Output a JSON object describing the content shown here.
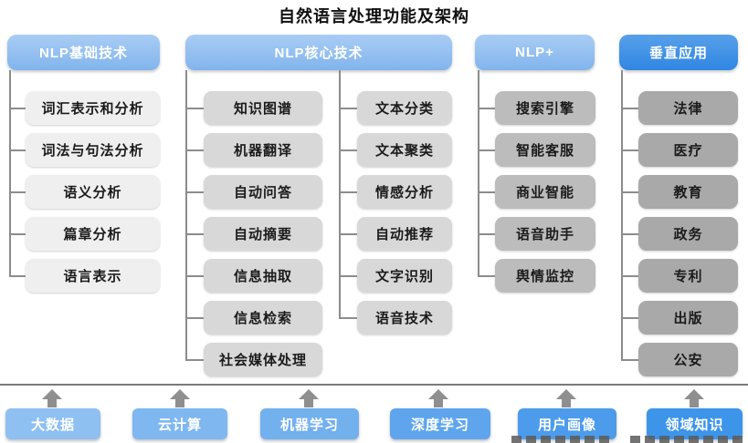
{
  "title": "自然语言处理功能及架构",
  "tree": {
    "col1": {
      "header": "NLP基础技术",
      "items": [
        "词汇表示和分析",
        "词法与句法分析",
        "语义分析",
        "篇章分析",
        "语言表示"
      ]
    },
    "col2": {
      "header": "NLP核心技术",
      "left_items": [
        "知识图谱",
        "机器翻译",
        "自动问答",
        "自动摘要",
        "信息抽取",
        "信息检索",
        "社会媒体处理"
      ],
      "right_items": [
        "文本分类",
        "文本聚类",
        "情感分析",
        "自动推荐",
        "文字识别",
        "语音技术"
      ]
    },
    "col3": {
      "header": "NLP+",
      "items": [
        "搜索引擎",
        "智能客服",
        "商业智能",
        "语音助手",
        "舆情监控"
      ]
    },
    "col4": {
      "header": "垂直应用",
      "items": [
        "法律",
        "医疗",
        "教育",
        "政务",
        "专利",
        "出版",
        "公安"
      ]
    }
  },
  "foundation": {
    "items": [
      "大数据",
      "云计算",
      "机器学习",
      "深度学习",
      "用户画像",
      "领域知识"
    ],
    "colors": [
      "#8fc0f2",
      "#7fb7f0",
      "#73b0ee",
      "#5fa5ed",
      "#4c9ceb",
      "#3d95ea"
    ]
  },
  "colors": {
    "header_blue_light": "#8ebdf1",
    "header_blue_strong": "#3f90e6",
    "item_gray_col1": "#efefef",
    "item_gray_col2": "#d8d8d8",
    "item_gray_col3": "#bcbcbc",
    "item_gray_col4": "#a9a9a9",
    "connector_gray": "#8c8c8c",
    "title_color": "#111111"
  }
}
